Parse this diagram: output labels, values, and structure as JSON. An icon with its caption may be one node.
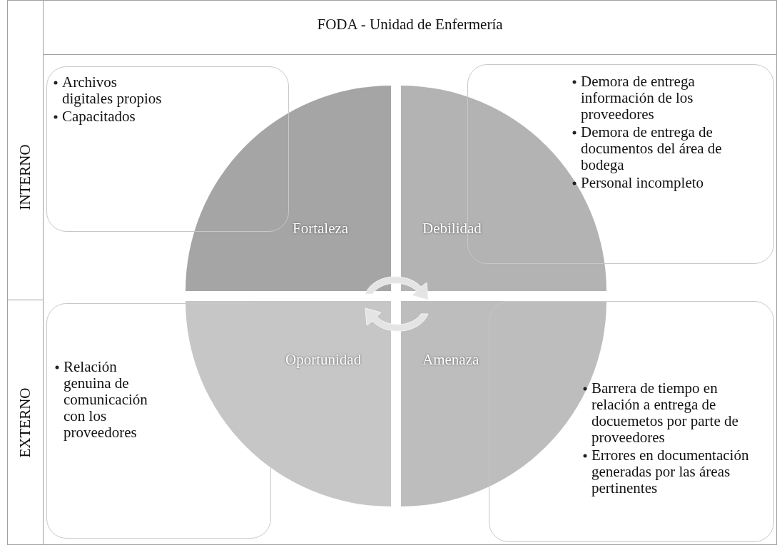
{
  "diagram": {
    "title": "FODA - Unidad de Enfermería",
    "nodes": [
      {
        "text": [
          "Archivos digitales propios",
          "Capacitados"
        ]
      },
      {
        "text": [
          "Demora de entrega información de los proveedores",
          "Demora de entrega de documentos del área de bodega",
          "Personal incompleto"
        ]
      },
      {
        "text": [
          "Fortaleza"
        ]
      },
      {
        "text": [
          "Debilidad"
        ]
      },
      {
        "text": [
          "Oportunidad"
        ]
      },
      {
        "text": [
          "Amenaza"
        ]
      },
      {
        "text": [
          "Relación genuina de comunicación con los proveedores"
        ]
      },
      {
        "text": [
          "Barrera de tiempo en relación a entrega de docuemetos por parte de proveedores",
          "Errores en documentación generadas por las áreas pertinentes"
        ]
      }
    ],
    "labels": [
      "INTERNO",
      "EXTERNO"
    ]
  }
}
